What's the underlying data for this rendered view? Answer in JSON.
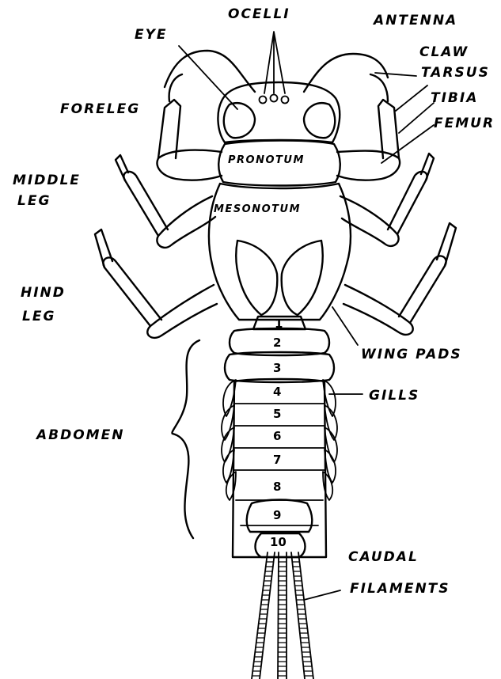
{
  "labels": {
    "ocelli": "OCELLI",
    "eye": "EYE",
    "antenna": "ANTENNA",
    "claw": "CLAW",
    "tarsus": "TARSUS",
    "tibia": "TIBIA",
    "femur": "FEMUR",
    "foreleg": "FORELEG",
    "middle_leg_line1": "MIDDLE",
    "middle_leg_line2": "LEG",
    "hind_leg_line1": "HIND",
    "hind_leg_line2": "LEG",
    "pronotum": "PRONOTUM",
    "mesonotum": "MESONOTUM",
    "wing_pads": "WING PADS",
    "gills": "GILLS",
    "abdomen": "ABDOMEN",
    "caudal_line1": "CAUDAL",
    "caudal_line2": "FILAMENTS"
  },
  "segments": [
    "1",
    "2",
    "3",
    "4",
    "5",
    "6",
    "7",
    "8",
    "9",
    "10"
  ],
  "colors": {
    "ink": "#000000",
    "paper": "#ffffff"
  }
}
